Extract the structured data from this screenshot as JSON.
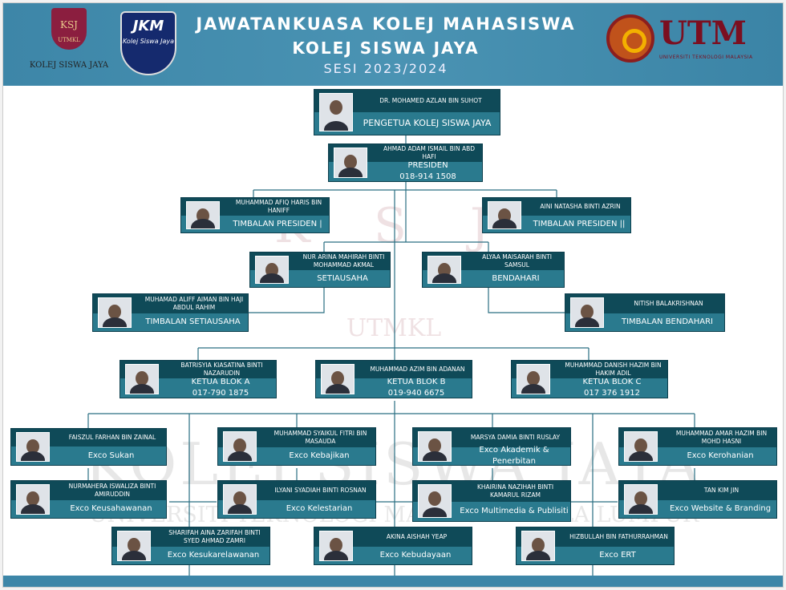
{
  "header": {
    "title_line1": "JAWATANKUASA KOLEJ MAHASISWA",
    "title_line2": "KOLEJ SISWA JAYA",
    "session": "SESI 2023/2024",
    "logo_left": {
      "emblem": "KSJ",
      "sub": "UTMKL",
      "name": "KOLEJ SISWA JAYA"
    },
    "logo_jkm": {
      "title": "JKM",
      "sub": "Kolej Siswa Jaya"
    },
    "logo_right": {
      "name": "UTM",
      "sub": "UNIVERSITI TEKNOLOGI MALAYSIA"
    }
  },
  "watermark": {
    "emblem": "K S J",
    "sub": "UTMKL",
    "name": "KOLEJ SISWA JAYA",
    "univ": "UNIVERSITI TEKNOLOGI MALAYSIA KUALA LUMPUR"
  },
  "colors": {
    "banner": "#3d86a8",
    "card_header": "#0f4a58",
    "card_body": "#2a7a8e",
    "connector": "#2a6f82"
  },
  "members": [
    {
      "name": "DR. MOHAMED AZLAN BIN SUHOT",
      "role": "PENGETUA KOLEJ SISWA JAYA",
      "phone": ""
    },
    {
      "name": "AHMAD ADAM ISMAIL BIN ABD HAFI",
      "role": "PRESIDEN",
      "phone": "018-914 1508"
    },
    {
      "name": "MUHAMMAD AFIQ HARIS BIN HANIFF",
      "role": "TIMBALAN PRESIDEN |",
      "phone": ""
    },
    {
      "name": "AINI NATASHA BINTI AZRIN",
      "role": "TIMBALAN PRESIDEN ||",
      "phone": ""
    },
    {
      "name": "NUR ARINA MAHIRAH BINTI MOHAMMAD AKMAL",
      "role": "SETIAUSAHA",
      "phone": ""
    },
    {
      "name": "ALYAA MAISARAH BINTI SAMSUL",
      "role": "BENDAHARI",
      "phone": ""
    },
    {
      "name": "MUHAMAD ALIFF AIMAN BIN HAJI ABDUL RAHIM",
      "role": "TIMBALAN SETIAUSAHA",
      "phone": ""
    },
    {
      "name": "NITISH BALAKRISHNAN",
      "role": "TIMBALAN BENDAHARI",
      "phone": ""
    },
    {
      "name": "BATRISYIA KIASATINA BINTI NAZARUDIN",
      "role": "KETUA BLOK A",
      "phone": "017-790 1875"
    },
    {
      "name": "MUHAMMAD AZIM BIN ADANAN",
      "role": "KETUA BLOK B",
      "phone": "019-940 6675"
    },
    {
      "name": "MUHAMMAD DANISH HAZIM BIN HAKIM ADIL",
      "role": "KETUA BLOK C",
      "phone": "017 376 1912"
    },
    {
      "name": "FAISZUL FARHAN BIN ZAINAL",
      "role": "Exco Sukan",
      "phone": ""
    },
    {
      "name": "MUHAMMAD SYAIKUL FITRI BIN MASAUDA",
      "role": "Exco Kebajikan",
      "phone": ""
    },
    {
      "name": "MARSYA DAMIA BINTI RUSLAY",
      "role": "Exco Akademik & Penerbitan",
      "phone": ""
    },
    {
      "name": "MUHAMMAD AMAR HAZIM BIN MOHD HASNI",
      "role": "Exco Kerohanian",
      "phone": ""
    },
    {
      "name": "NURMAHERA ISWALIZA BINTI AMIRUDDIN",
      "role": "Exco Keusahawanan",
      "phone": ""
    },
    {
      "name": "ILYANI SYADIAH BINTI ROSNAN",
      "role": "Exco Kelestarian",
      "phone": ""
    },
    {
      "name": "KHAIRINA NAZIHAH BINTI KAMARUL RIZAM",
      "role": "Exco Multimedia & Publisiti",
      "phone": ""
    },
    {
      "name": "TAN KIM JIN",
      "role": "Exco Website & Branding",
      "phone": ""
    },
    {
      "name": "SHARIFAH AINA ZARIFAH BINTI SYED AHMAD ZAMRI",
      "role": "Exco Kesukarelawanan",
      "phone": ""
    },
    {
      "name": "AKINA AISHAH YEAP",
      "role": "Exco Kebudayaan",
      "phone": ""
    },
    {
      "name": "HIZBULLAH BIN FATHURRAHMAN",
      "role": "Exco ERT",
      "phone": ""
    }
  ]
}
